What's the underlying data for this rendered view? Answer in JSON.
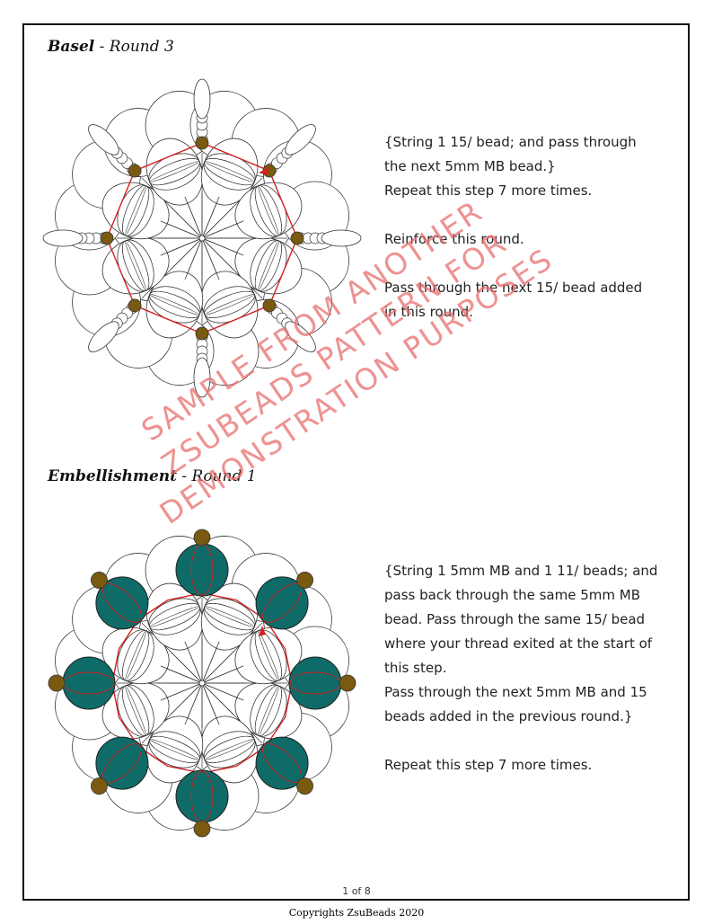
{
  "section1": {
    "title_bold": "Basel",
    "title_rest": " - Round 3",
    "lines": [
      "{String 1 15/ bead; and pass through",
      "the next 5mm MB bead.}",
      "Repeat this step 7 more times.",
      "",
      "Reinforce this round.",
      "",
      "Pass through the next 15/ bead added",
      "in this round."
    ]
  },
  "section2": {
    "title_bold": "Embellishment",
    "title_rest": " - Round 1",
    "lines": [
      "{String 1 5mm MB and 1 11/ beads; and",
      "pass back through the same 5mm MB",
      "bead. Pass through the same 15/ bead",
      "where your thread exited at the start of",
      "this step.",
      "Pass through the next 5mm MB and 15",
      "beads added in the previous round.}",
      "",
      "Repeat this step 7 more times."
    ]
  },
  "watermark": {
    "line1": "SAMPLE FROM ANOTHER",
    "line2": "ZSUBEADS PATTERN FOR",
    "line3": "DEMONSTRATION PURPOSES"
  },
  "footer": {
    "page": "1 of 8",
    "copyright": "Copyrights ZsuBeads 2020"
  },
  "colors": {
    "thread": "#d42020",
    "bead_15": "#7a5a10",
    "bead_5mm_mb": "#0e6b68",
    "outline": "#333333"
  },
  "icons": {
    "diagram1": "beadwork-round-diagram",
    "diagram2": "beadwork-embellishment-diagram"
  }
}
